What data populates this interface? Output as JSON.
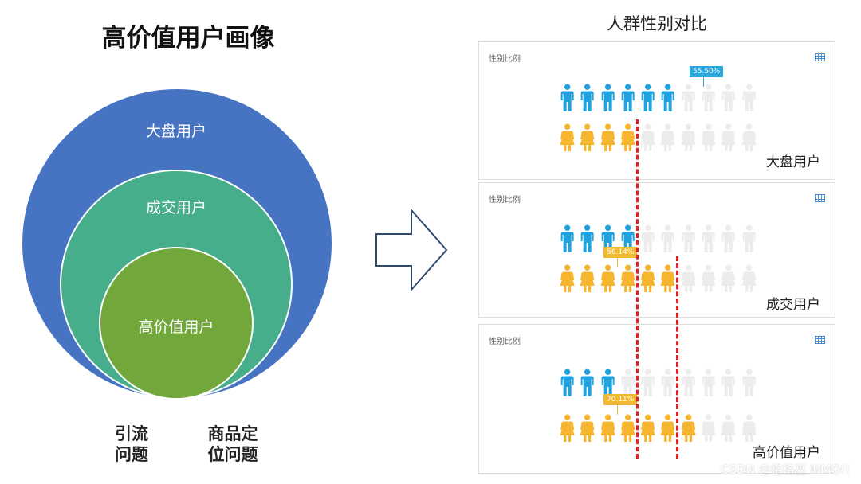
{
  "left": {
    "title": "高价值用户画像",
    "circles": {
      "outer": "大盘用户",
      "middle": "成交用户",
      "inner": "高价值用户"
    },
    "problems": [
      "引流\n问题",
      "商品定\n位问题"
    ],
    "colors": {
      "outer": "#4674c3",
      "middle": "#46ae8b",
      "inner": "#72a83b"
    }
  },
  "right": {
    "title": "人群性别对比",
    "panels": [
      {
        "chart_title": "性别比例",
        "label": "大盘用户",
        "tag": "55.50%",
        "male_count": 6,
        "female_count": 4
      },
      {
        "chart_title": "性别比例",
        "label": "成交用户",
        "tag": "56.14%",
        "male_count": 4,
        "female_count": 6
      },
      {
        "chart_title": "性别比例",
        "label": "高价值用户",
        "tag": "70.11%",
        "male_count": 3,
        "female_count": 7
      }
    ],
    "colors": {
      "male": "#1fa2dd",
      "female": "#f5b52e",
      "inactive": "#ececec",
      "divider": "#e41f23"
    }
  },
  "watermark": "CSDN @格格巫 MMQ!!"
}
